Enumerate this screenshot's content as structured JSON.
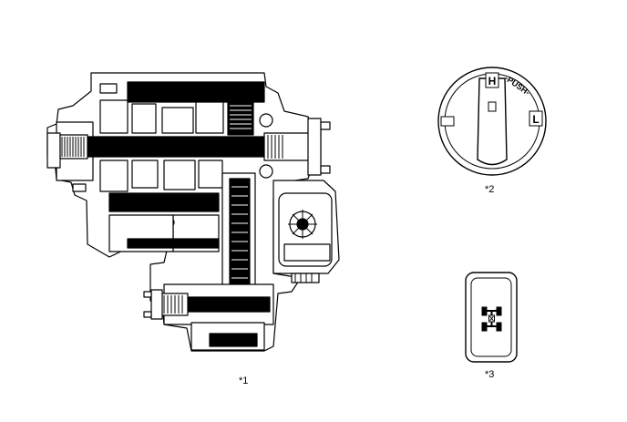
{
  "callouts": {
    "transfer": "*1",
    "selector_knob": "*2",
    "indicator_switch": "*3"
  },
  "knob": {
    "high_label": "H",
    "push_label": "-PUSH-",
    "low_label": "L"
  },
  "icons": {
    "indicator_symbol": "4wd-drivetrain-icon"
  },
  "colors": {
    "ink": "#000000",
    "paper": "#ffffff"
  }
}
